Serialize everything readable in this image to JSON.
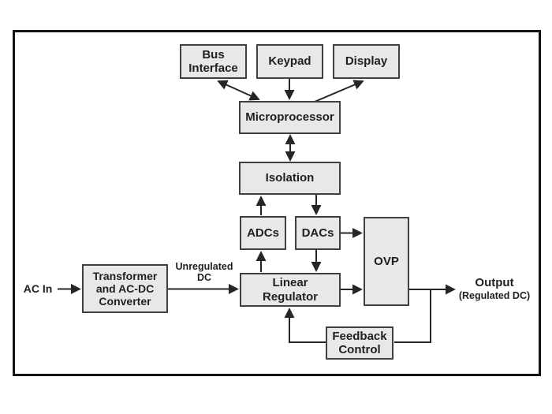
{
  "blocks": {
    "bus_interface": [
      "Bus",
      "Interface"
    ],
    "keypad": [
      "Keypad"
    ],
    "display": [
      "Display"
    ],
    "microprocessor": [
      "Microprocessor"
    ],
    "isolation": [
      "Isolation"
    ],
    "adcs": [
      "ADCs"
    ],
    "dacs": [
      "DACs"
    ],
    "ovp": [
      "OVP"
    ],
    "linear_regulator": [
      "Linear",
      "Regulator"
    ],
    "transformer": [
      "Transformer",
      "and AC-DC",
      "Converter"
    ],
    "feedback_control": [
      "Feedback",
      "Control"
    ]
  },
  "labels": {
    "ac_in": "AC In",
    "unregulated_line1": "Unregulated",
    "unregulated_line2": "DC",
    "output": "Output",
    "output_sub": "(Regulated DC)"
  },
  "connections": [
    {
      "from": "AC In",
      "to": "Transformer and AC-DC Converter",
      "type": "arrow"
    },
    {
      "from": "Transformer and AC-DC Converter",
      "to": "Linear Regulator",
      "type": "arrow",
      "label": "Unregulated DC"
    },
    {
      "from": "Bus Interface",
      "to": "Microprocessor",
      "type": "bidirectional"
    },
    {
      "from": "Keypad",
      "to": "Microprocessor",
      "type": "arrow"
    },
    {
      "from": "Microprocessor",
      "to": "Display",
      "type": "arrow"
    },
    {
      "from": "Microprocessor",
      "to": "Isolation",
      "type": "bidirectional"
    },
    {
      "from": "ADCs",
      "to": "Isolation",
      "type": "arrow"
    },
    {
      "from": "Isolation",
      "to": "DACs",
      "type": "arrow"
    },
    {
      "from": "Linear Regulator",
      "to": "ADCs",
      "type": "arrow"
    },
    {
      "from": "DACs",
      "to": "Linear Regulator",
      "type": "arrow"
    },
    {
      "from": "DACs",
      "to": "OVP",
      "type": "arrow"
    },
    {
      "from": "Linear Regulator",
      "to": "OVP",
      "type": "arrow"
    },
    {
      "from": "OVP",
      "to": "Output (Regulated DC)",
      "type": "arrow"
    },
    {
      "from": "Output line",
      "to": "Feedback Control",
      "type": "line"
    },
    {
      "from": "Feedback Control",
      "to": "Linear Regulator",
      "type": "arrow"
    }
  ],
  "colors": {
    "background": "#ffffff",
    "frame_border": "#121212",
    "box_fill": "#e8e8e8",
    "box_border": "#404040",
    "text": "#1f1f1f",
    "connector": "#262626"
  }
}
